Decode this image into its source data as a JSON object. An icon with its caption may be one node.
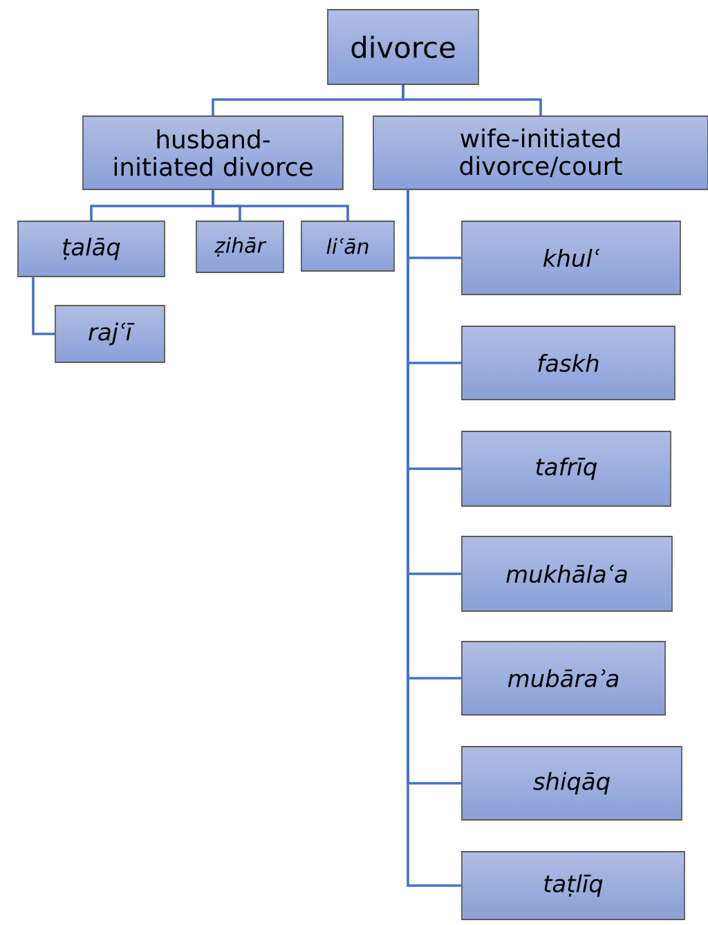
{
  "diagram": {
    "nodes": [
      {
        "text": [
          "divorce"
        ]
      },
      {
        "text": [
          "husband-initiated divorce"
        ]
      },
      {
        "text": [
          "wife-initiated divorce/court"
        ]
      },
      {
        "text": [
          "ṭalāq"
        ]
      },
      {
        "text": [
          "ẓihār"
        ]
      },
      {
        "text": [
          "liʿān"
        ]
      },
      {
        "text": [
          "rajʿī"
        ]
      },
      {
        "text": [
          "khulʿ"
        ]
      },
      {
        "text": [
          "faskh"
        ]
      },
      {
        "text": [
          "tafrīq"
        ]
      },
      {
        "text": [
          "mukhālaʿa"
        ]
      },
      {
        "text": [
          "mubāraʾa"
        ]
      },
      {
        "text": [
          "shiqāq"
        ]
      },
      {
        "text": [
          "taṭlīq"
        ]
      }
    ],
    "edges": [
      {
        "from": 0,
        "to": 1,
        "arrow": "none"
      },
      {
        "from": 0,
        "to": 2,
        "arrow": "none"
      },
      {
        "from": 1,
        "to": 3,
        "arrow": "none"
      },
      {
        "from": 1,
        "to": 4,
        "arrow": "none"
      },
      {
        "from": 1,
        "to": 5,
        "arrow": "none"
      },
      {
        "from": 3,
        "to": 6,
        "arrow": "none"
      },
      {
        "from": 2,
        "to": 7,
        "arrow": "none"
      },
      {
        "from": 2,
        "to": 8,
        "arrow": "none"
      },
      {
        "from": 2,
        "to": 9,
        "arrow": "none"
      },
      {
        "from": 2,
        "to": 10,
        "arrow": "none"
      },
      {
        "from": 2,
        "to": 11,
        "arrow": "none"
      },
      {
        "from": 2,
        "to": 12,
        "arrow": "none"
      },
      {
        "from": 2,
        "to": 13,
        "arrow": "none"
      }
    ]
  }
}
